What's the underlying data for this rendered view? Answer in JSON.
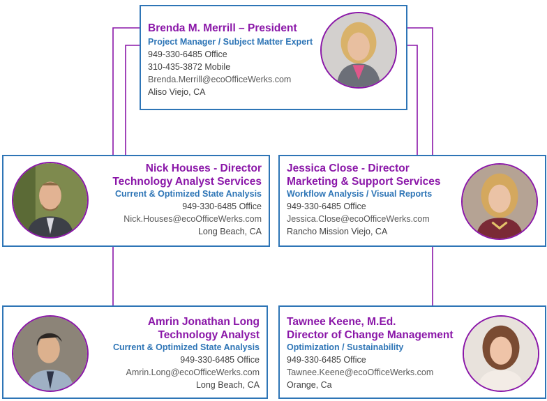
{
  "colors": {
    "name": "#8a16a8",
    "role": "#2e75b6",
    "border": "#2e75b6",
    "connector": "#8a16a8"
  },
  "president": {
    "name": "Brenda M. Merrill – President",
    "role": "Project Manager / Subject Matter Expert",
    "office": "949-330-6485 Office",
    "mobile": "310-435-3872 Mobile",
    "email": "Brenda.Merrill@ecoOfficeWerks.com",
    "location": "Aliso Viejo, CA"
  },
  "nick": {
    "name": "Nick Houses - Director",
    "title": "Technology Analyst Services",
    "role": "Current & Optimized State Analysis",
    "office": "949-330-6485 Office",
    "email": "Nick.Houses@ecoOfficeWerks.com",
    "location": "Long Beach, CA"
  },
  "jessica": {
    "name": "Jessica Close - Director",
    "title": "Marketing & Support Services",
    "role": "Workflow Analysis / Visual Reports",
    "office": "949-330-6485 Office",
    "email": "Jessica.Close@ecoOfficeWerks.com",
    "location": "Rancho Mission Viejo, CA"
  },
  "amrin": {
    "name": "Amrin Jonathan Long",
    "title": "Technology Analyst",
    "role": "Current & Optimized State Analysis",
    "office": "949-330-6485 Office",
    "email": "Amrin.Long@ecoOfficeWerks.com",
    "location": "Long Beach, CA"
  },
  "tawnee": {
    "name": "Tawnee Keene, M.Ed.",
    "title": "Director of Change Management",
    "role": "Optimization / Sustainability",
    "office": "949-330-6485 Office",
    "email": "Tawnee.Keene@ecoOfficeWerks.com",
    "location": "Orange, Ca"
  }
}
